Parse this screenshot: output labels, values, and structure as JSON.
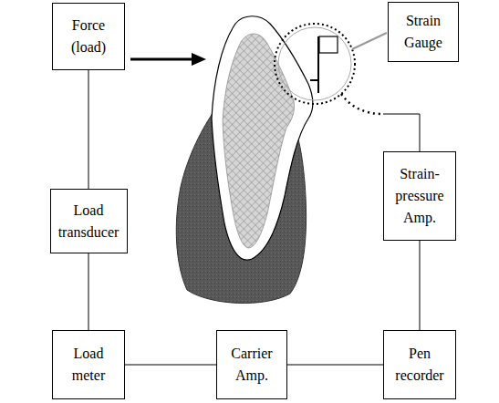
{
  "diagram": {
    "nodes": [
      {
        "text": [
          "Force (load)"
        ]
      },
      {
        "text": [
          "Strain Gauge"
        ]
      },
      {
        "text": [
          "Load transducer"
        ]
      },
      {
        "text": [
          "Strain-pressure Amp."
        ]
      },
      {
        "text": [
          "Load meter"
        ]
      },
      {
        "text": [
          "Carrier Amp."
        ]
      },
      {
        "text": [
          "Pen recorder"
        ]
      }
    ],
    "edges": [
      {
        "from": 0,
        "to": 2,
        "arrow": "none"
      },
      {
        "from": 2,
        "to": 4,
        "arrow": "none"
      },
      {
        "from": 4,
        "to": 5,
        "arrow": "none"
      },
      {
        "from": 5,
        "to": 6,
        "arrow": "none"
      },
      {
        "from": 6,
        "to": 3,
        "arrow": "none"
      }
    ]
  }
}
